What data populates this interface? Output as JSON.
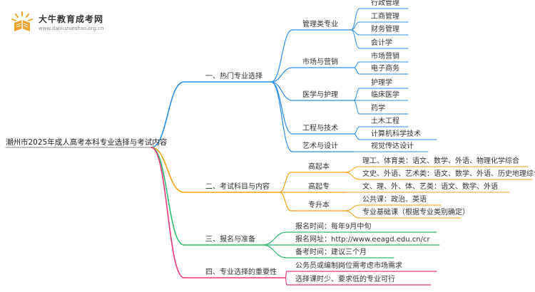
{
  "logo": {
    "title": "大牛教育成考网",
    "url": "www.daniuzueshao.org.cn"
  },
  "colors": {
    "root_line": "#7f7f7f",
    "branch_blue": "#2b8ee8",
    "branch_orange": "#f5a20f",
    "branch_green": "#2dbd6e",
    "branch_pink": "#e9357d"
  },
  "mindmap": {
    "root": "潮州市2025年成人高考本科专业选择与考试内容",
    "branches": [
      {
        "label": "一、热门专业选择",
        "children": [
          {
            "label": "管理类专业",
            "children": [
              "行政管理",
              "工商管理",
              "财务管理",
              "会计学"
            ]
          },
          {
            "label": "市场与营销",
            "children": [
              "市场营销",
              "电子商务"
            ]
          },
          {
            "label": "医学与护理",
            "children": [
              "护理学",
              "临床医学",
              "药学"
            ]
          },
          {
            "label": "工程与技术",
            "children": [
              "土木工程",
              "计算机科学技术"
            ]
          },
          {
            "label": "艺术与设计",
            "children": [
              "视觉传达设计"
            ]
          }
        ]
      },
      {
        "label": "二、考试科目与内容",
        "children": [
          {
            "label": "高起本",
            "children": [
              "理工、体育类：语文、数学、外语、物理化学综合",
              "文史、外语、艺术类：语文、数学、外语、历史地理综合"
            ]
          },
          {
            "label": "高起专",
            "children": [
              "文、理、外、体、艺类：语文、数学、外语"
            ]
          },
          {
            "label": "专升本",
            "children": [
              "公共课：政治、英语",
              "专业基础课（根据专业类别确定）"
            ]
          }
        ]
      },
      {
        "label": "三、报名与准备",
        "children": [
          {
            "label": "报名时间：每年9月中旬",
            "children": []
          },
          {
            "label": "报名网址：http://www.eeagd.edu.cn/cr",
            "children": []
          },
          {
            "label": "备考时间：建议三个月",
            "children": []
          }
        ]
      },
      {
        "label": "四、专业选择的重要性",
        "children": [
          {
            "label": "公务员或编制岗位需考虑市场需求",
            "children": []
          },
          {
            "label": "选择课时少、要求低的专业可行",
            "children": []
          }
        ]
      }
    ]
  }
}
